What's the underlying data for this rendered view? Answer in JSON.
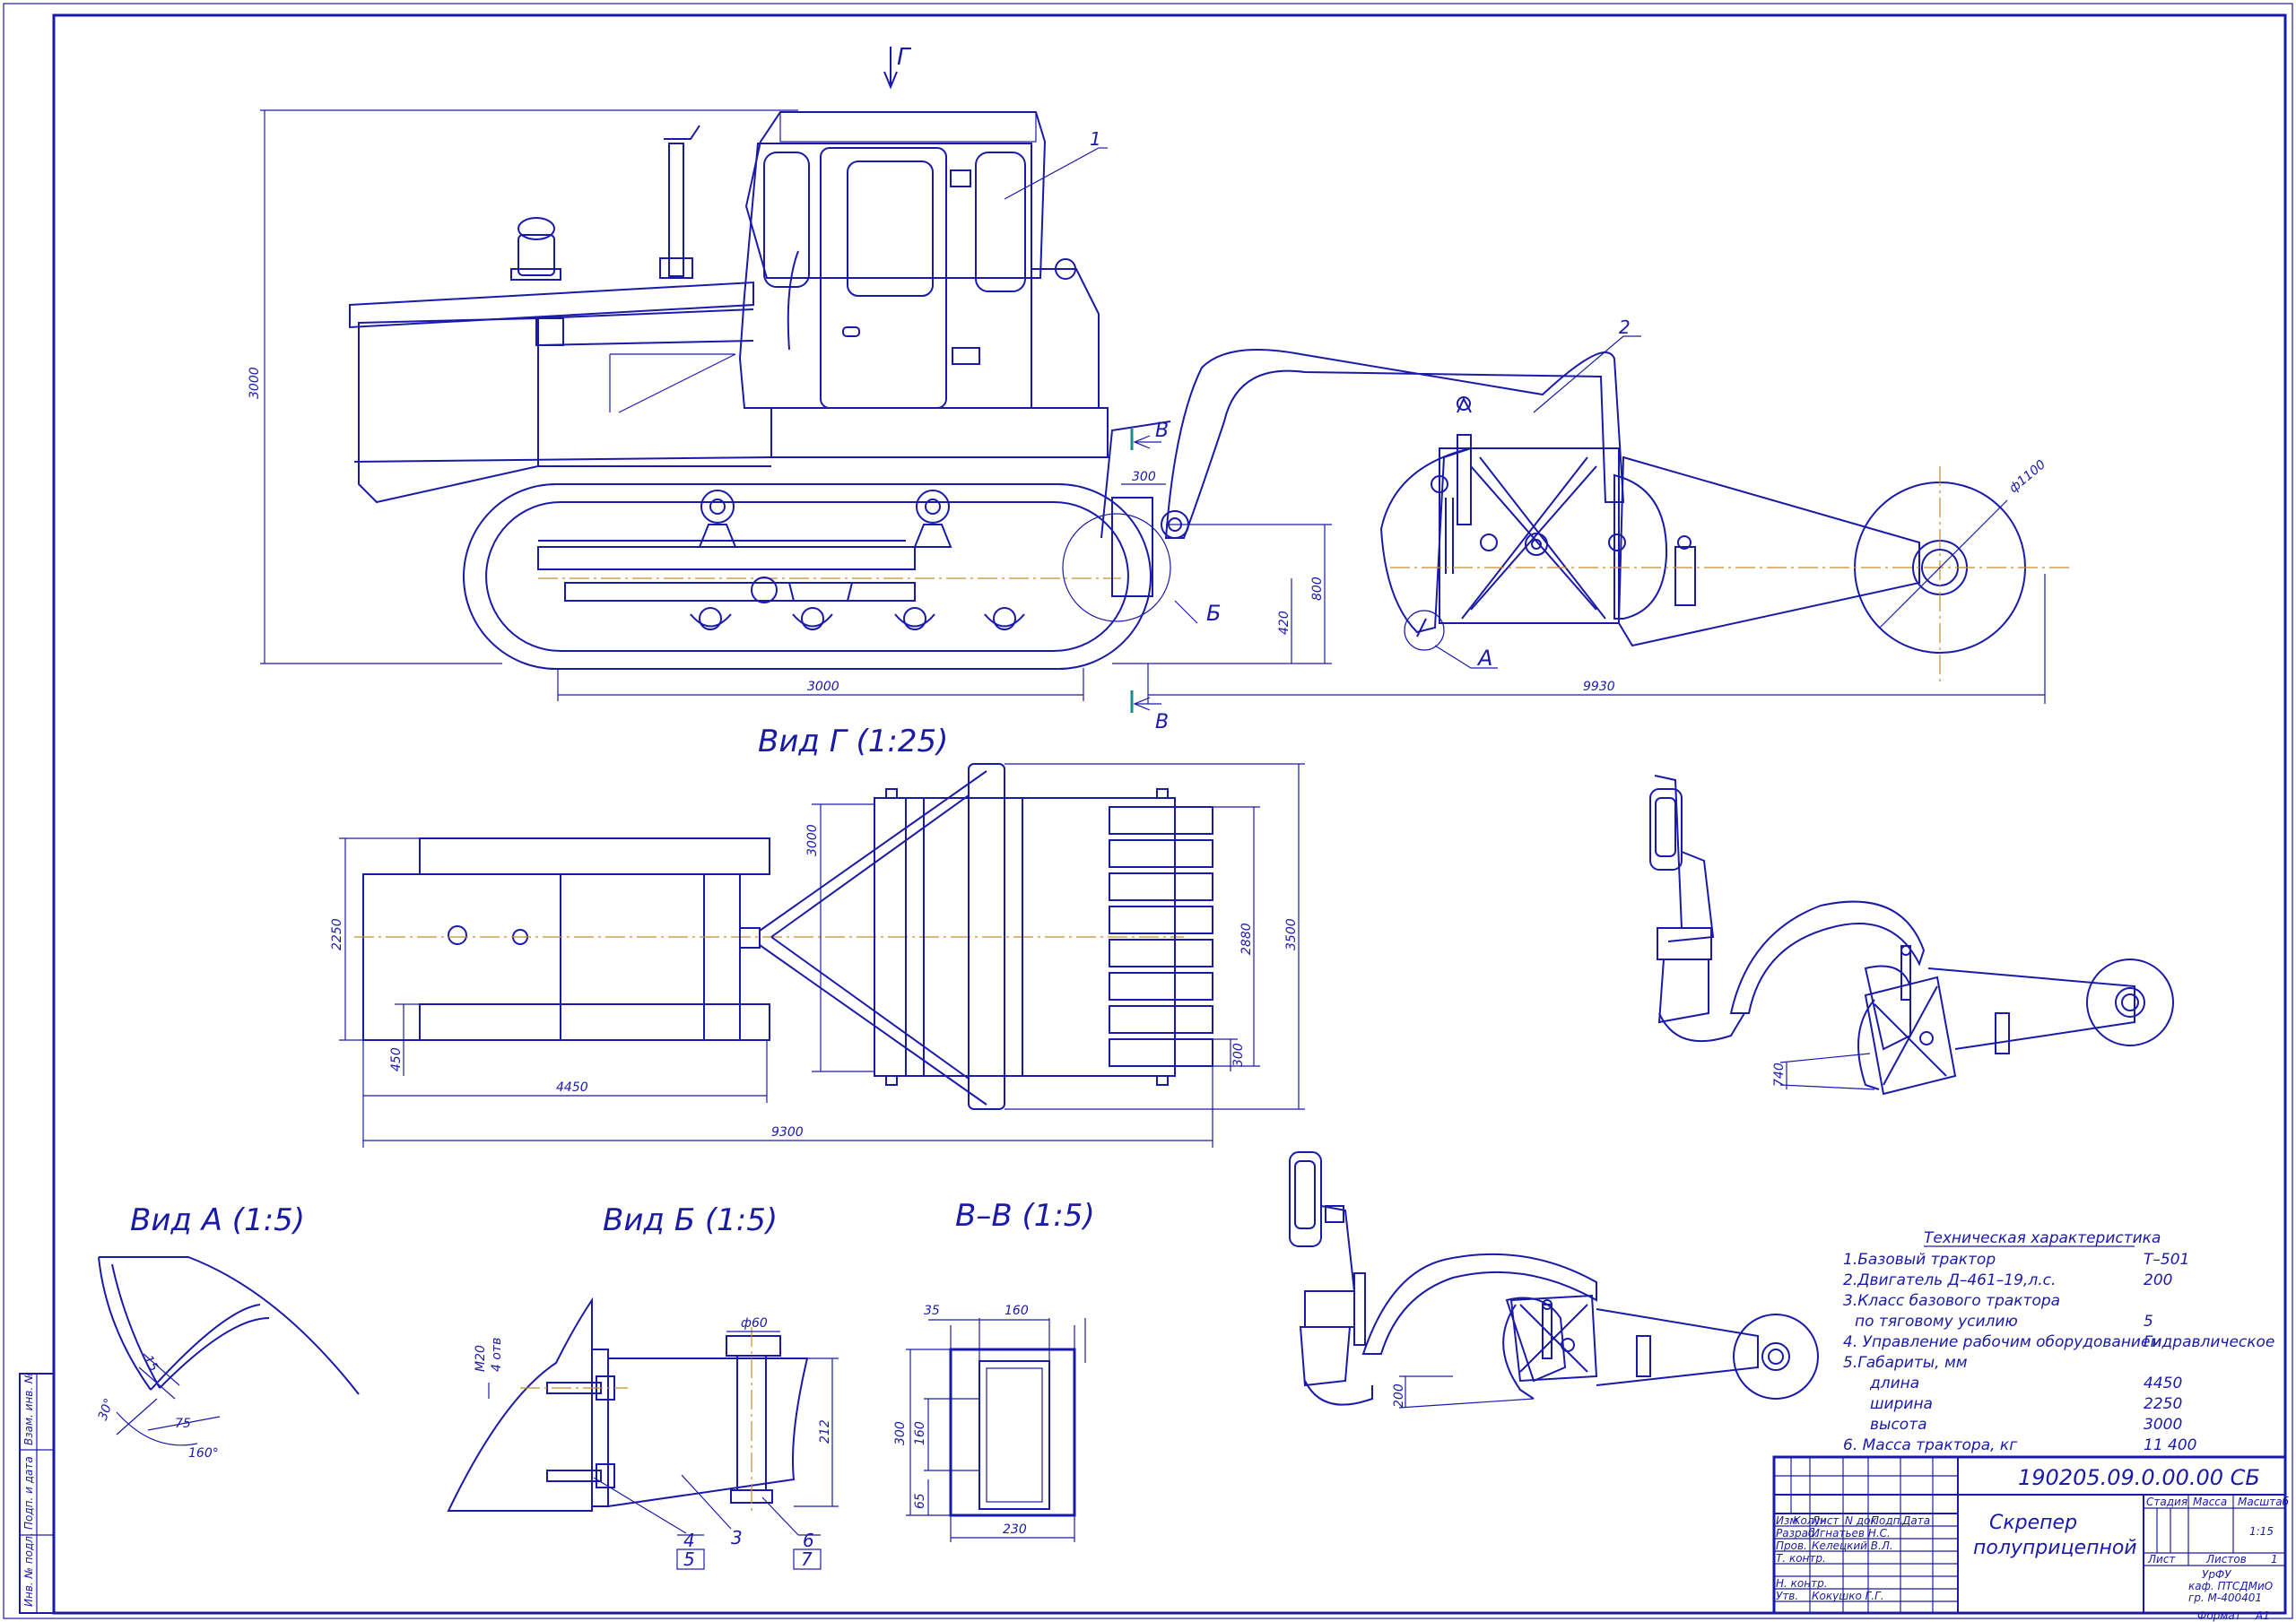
{
  "drawing": {
    "view_labels": {
      "view_g_arrow": "Г",
      "view_g": "Вид Г (1:25)",
      "view_a": "Вид А (1:5)",
      "view_b": "Вид Б (1:5)",
      "section_vv": "В–В (1:5)",
      "section_mark": "В",
      "callout_a": "А",
      "callout_b": "Б"
    },
    "part_numbers": [
      "1",
      "2",
      "3",
      "4",
      "5",
      "6",
      "7"
    ],
    "dimensions": {
      "main_height": "3000",
      "track_length": "3000",
      "d300": "300",
      "d800": "800",
      "d420": "420",
      "overall_length": "9930",
      "wheel_dia": "ф1100",
      "plan_2250": "2250",
      "plan_450": "450",
      "plan_4450": "4450",
      "plan_9300": "9300",
      "plan_3000": "3000",
      "plan_2880": "2880",
      "plan_3500": "3500",
      "plan_300": "300",
      "view_a_15": "15",
      "view_a_30": "30°",
      "view_a_75": "75",
      "view_a_160": "160°",
      "view_b_m20": "М20",
      "view_b_4otv": "4 отв",
      "view_b_60": "ф60",
      "view_b_212": "212",
      "vv_35": "35",
      "vv_160": "160",
      "vv_300": "300",
      "vv_160b": "160",
      "vv_65": "65",
      "vv_230": "230",
      "pos1_740": "740",
      "pos2_200": "200"
    },
    "tech_specs": {
      "title": "Техническая характеристика",
      "rows": [
        {
          "label": "1.Базовый трактор",
          "value": "Т–501"
        },
        {
          "label": "2.Двигатель Д–461–19,л.с.",
          "value": "200"
        },
        {
          "label": "3.Класс базового трактора",
          "value": ""
        },
        {
          "label": "по тяговому усилию",
          "value": "5"
        },
        {
          "label": "4. Управление рабочим оборудованием",
          "value": "Гидравлическое"
        },
        {
          "label": "5.Габариты, мм",
          "value": ""
        },
        {
          "label": "длина",
          "value": "4450"
        },
        {
          "label": "ширина",
          "value": "2250"
        },
        {
          "label": "высота",
          "value": "3000"
        },
        {
          "label": "6. Масса трактора, кг",
          "value": "11 400"
        }
      ]
    },
    "title_block": {
      "code": "190205.09.0.00.00 СБ",
      "name_line1": "Скрепер",
      "name_line2": "полуприцепной",
      "col_headers": [
        "Изм",
        "Колуч",
        "Лист",
        "N док",
        "Подп.",
        "Дата"
      ],
      "roles": [
        {
          "role": "Разраб.",
          "name": "Игнатьев Н.С."
        },
        {
          "role": "Пров.",
          "name": "Келецкий В.Л."
        },
        {
          "role": "Т. контр.",
          "name": ""
        },
        {
          "role": "",
          "name": ""
        },
        {
          "role": "Н. контр.",
          "name": ""
        },
        {
          "role": "Утв.",
          "name": "Кокушко Г.Г."
        }
      ],
      "stage_label": "Стадия",
      "mass_label": "Масса",
      "scale_label": "Масштаб",
      "scale_value": "1:15",
      "sheet_label": "Лист",
      "sheets_label": "Листов",
      "sheets_value": "1",
      "org_line1": "УрФУ",
      "org_line2": "каф. ПТСДМиО",
      "org_line3": "гр. М-400401",
      "format_label": "Формат",
      "format_value": "А1"
    },
    "side_strip": [
      "Инв. № подл.",
      "Подп. и дата",
      "Взам. инв. №"
    ]
  }
}
